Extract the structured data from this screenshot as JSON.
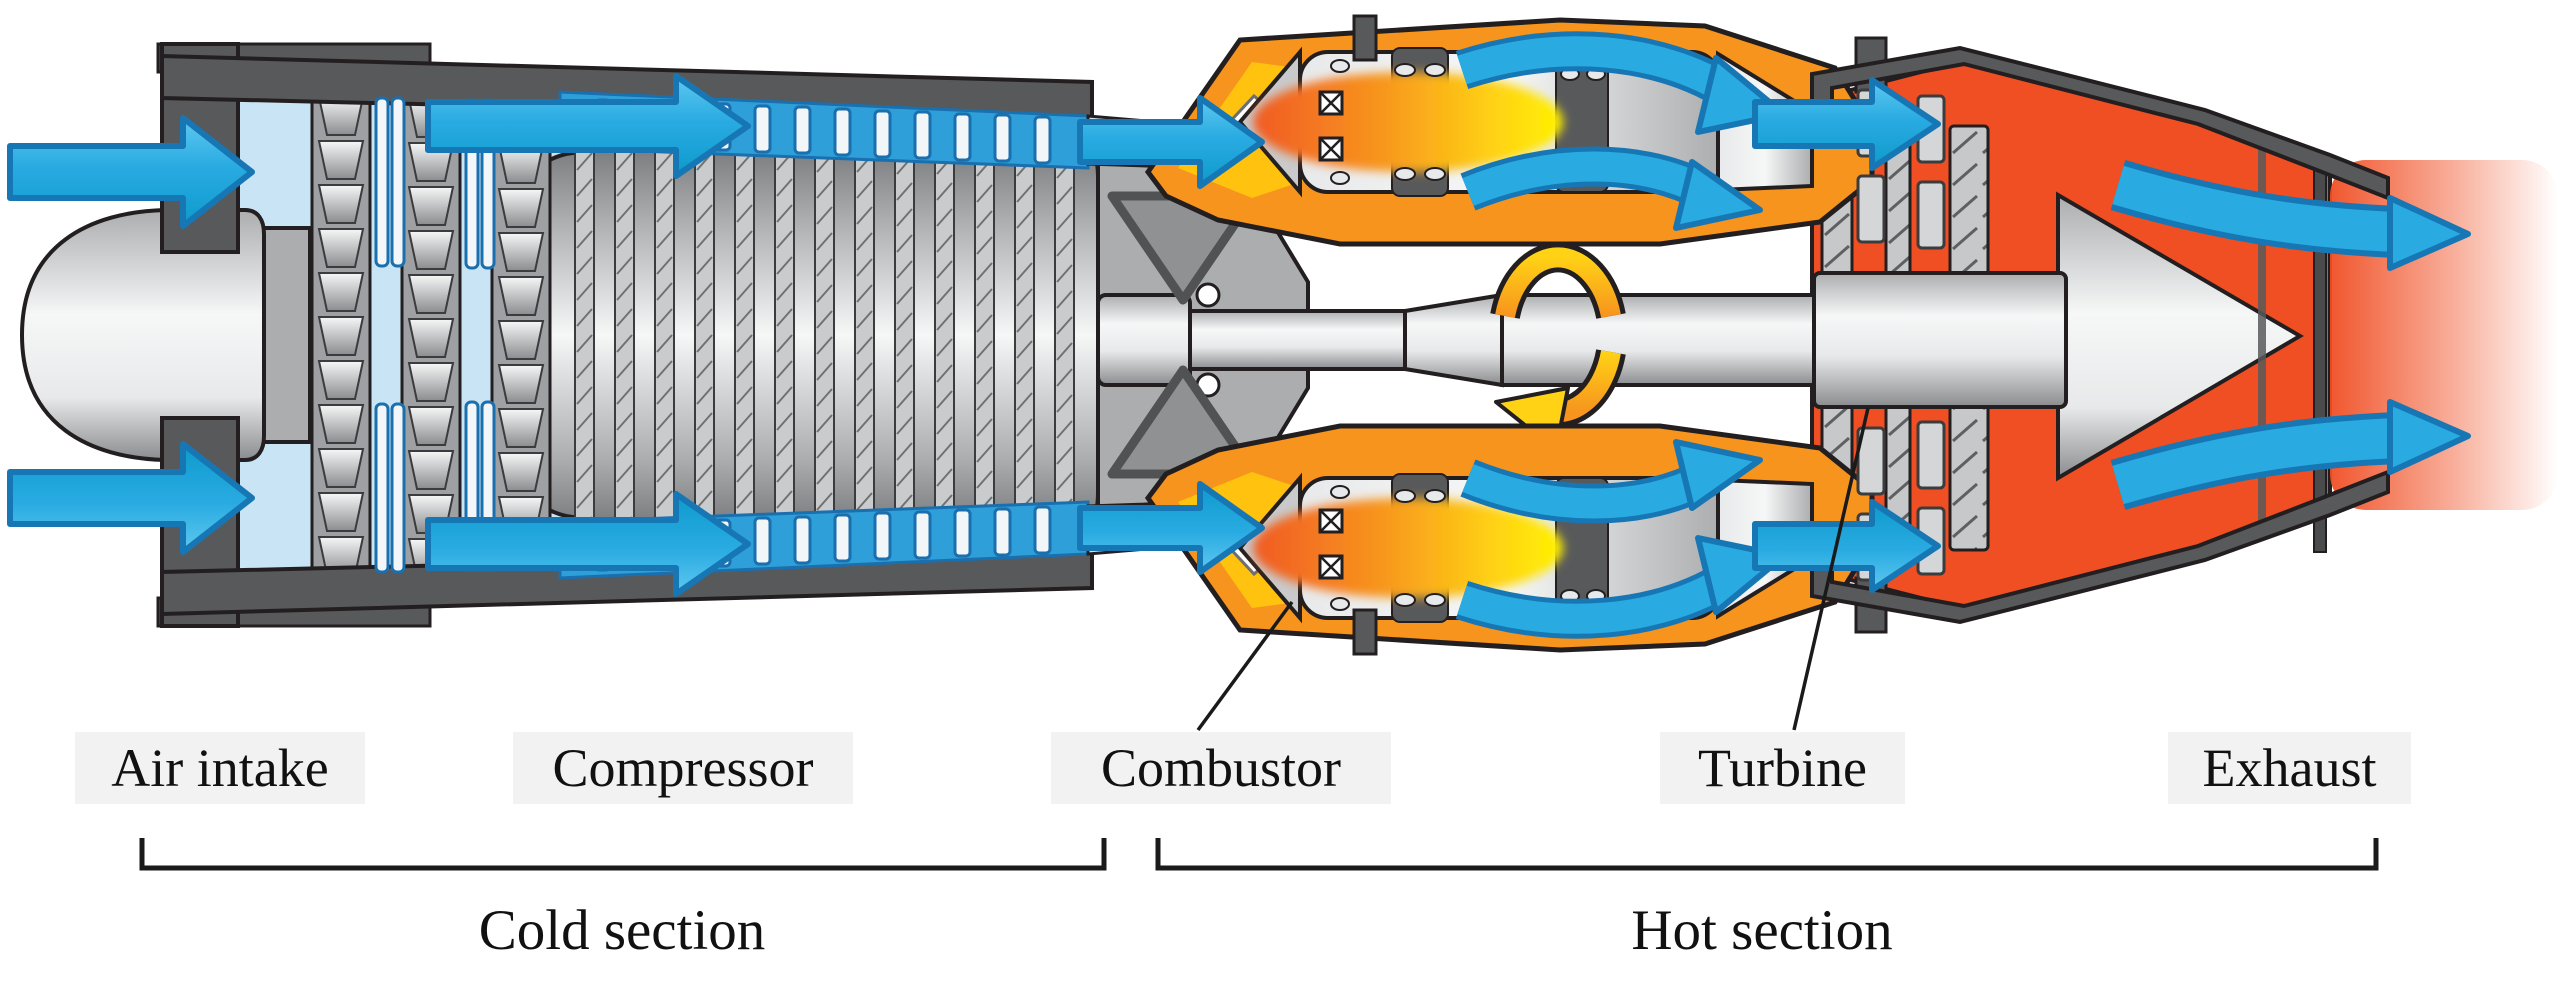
{
  "diagram": {
    "part_labels": {
      "air_intake": "Air intake",
      "compressor": "Compressor",
      "combustor": "Combustor",
      "turbine": "Turbine",
      "exhaust": "Exhaust"
    },
    "section_labels": {
      "cold": "Cold section",
      "hot": "Hot section"
    }
  },
  "colors": {
    "background": "#ffffff",
    "label_bg": "#f2f2f2",
    "label_text": "#111111",
    "outline_dark": "#231f20",
    "casing_dark": "#58595b",
    "metal_hi": "#f6f7f7",
    "metal_light": "#e8e9ea",
    "metal_mid": "#abadaf",
    "metal_shadow": "#8a8c8f",
    "metal_dark": "#6d6e71",
    "duct_blue": "#c9e4f4",
    "stator_blue": "#2e9fd8",
    "stator_slat": "#f2f6f8",
    "airflow_blue": "#29abe2",
    "airflow_blue_light": "#5fc8ef",
    "airflow_blue_deep": "#0e9acb",
    "airflow_outline": "#1777b5",
    "combustor_orange": "#f7941e",
    "combustor_yellow": "#ffc20e",
    "hot_red": "#f04e23",
    "flame_orange": "#f15a24",
    "flame_yellow": "#fff200",
    "rotation_yellow": "#ffd215"
  }
}
